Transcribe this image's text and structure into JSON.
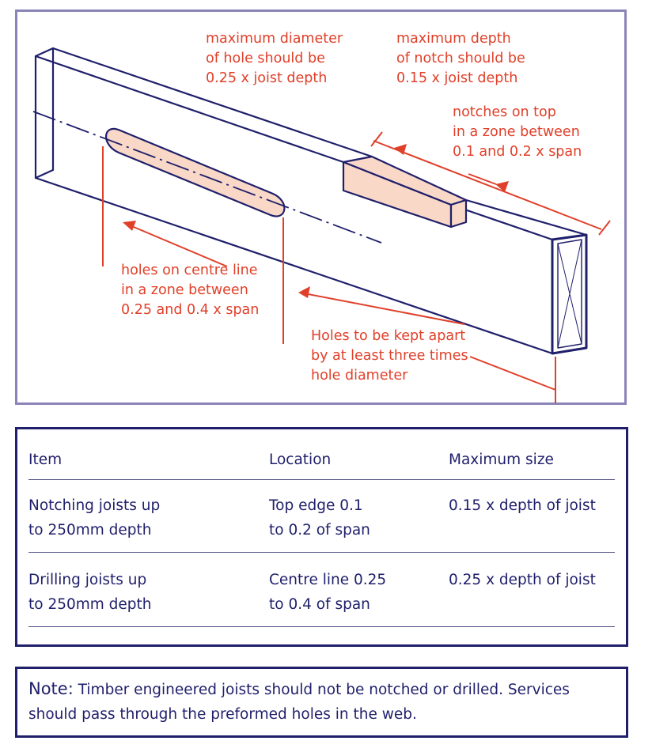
{
  "diagram": {
    "hole_diameter_note": [
      "maximum diameter",
      "of hole should be",
      "0.25 x joist depth"
    ],
    "notch_depth_note": [
      "maximum depth",
      "of notch should be",
      "0.15 x joist depth"
    ],
    "notch_zone_note": [
      "notches on top",
      "in a zone between",
      "0.1 and 0.2 x span"
    ],
    "hole_zone_note": [
      "holes on centre line",
      "in a zone between",
      "0.25 and 0.4 x span"
    ],
    "hole_spacing_note": [
      "Holes to be kept apart",
      "by at least three times",
      "hole diameter"
    ],
    "colors": {
      "line": "#1f1f6b",
      "annotation": "#e0402a",
      "fill": "#f9d8c8"
    }
  },
  "table": {
    "headers": [
      "Item",
      "Location",
      "Maximum size"
    ],
    "rows": [
      {
        "item": [
          "Notching joists up",
          "to 250mm depth"
        ],
        "location": [
          "Top edge 0.1",
          "to 0.2 of span"
        ],
        "max_size": "0.15 x depth of joist"
      },
      {
        "item": [
          "Drilling joists up",
          "to 250mm depth"
        ],
        "location": [
          "Centre line 0.25",
          "to 0.4 of span"
        ],
        "max_size": "0.25 x depth of joist"
      }
    ]
  },
  "note": {
    "label": "Note:",
    "text": " Timber engineered joists should not be notched or drilled. Services should pass through the preformed holes in the web."
  }
}
